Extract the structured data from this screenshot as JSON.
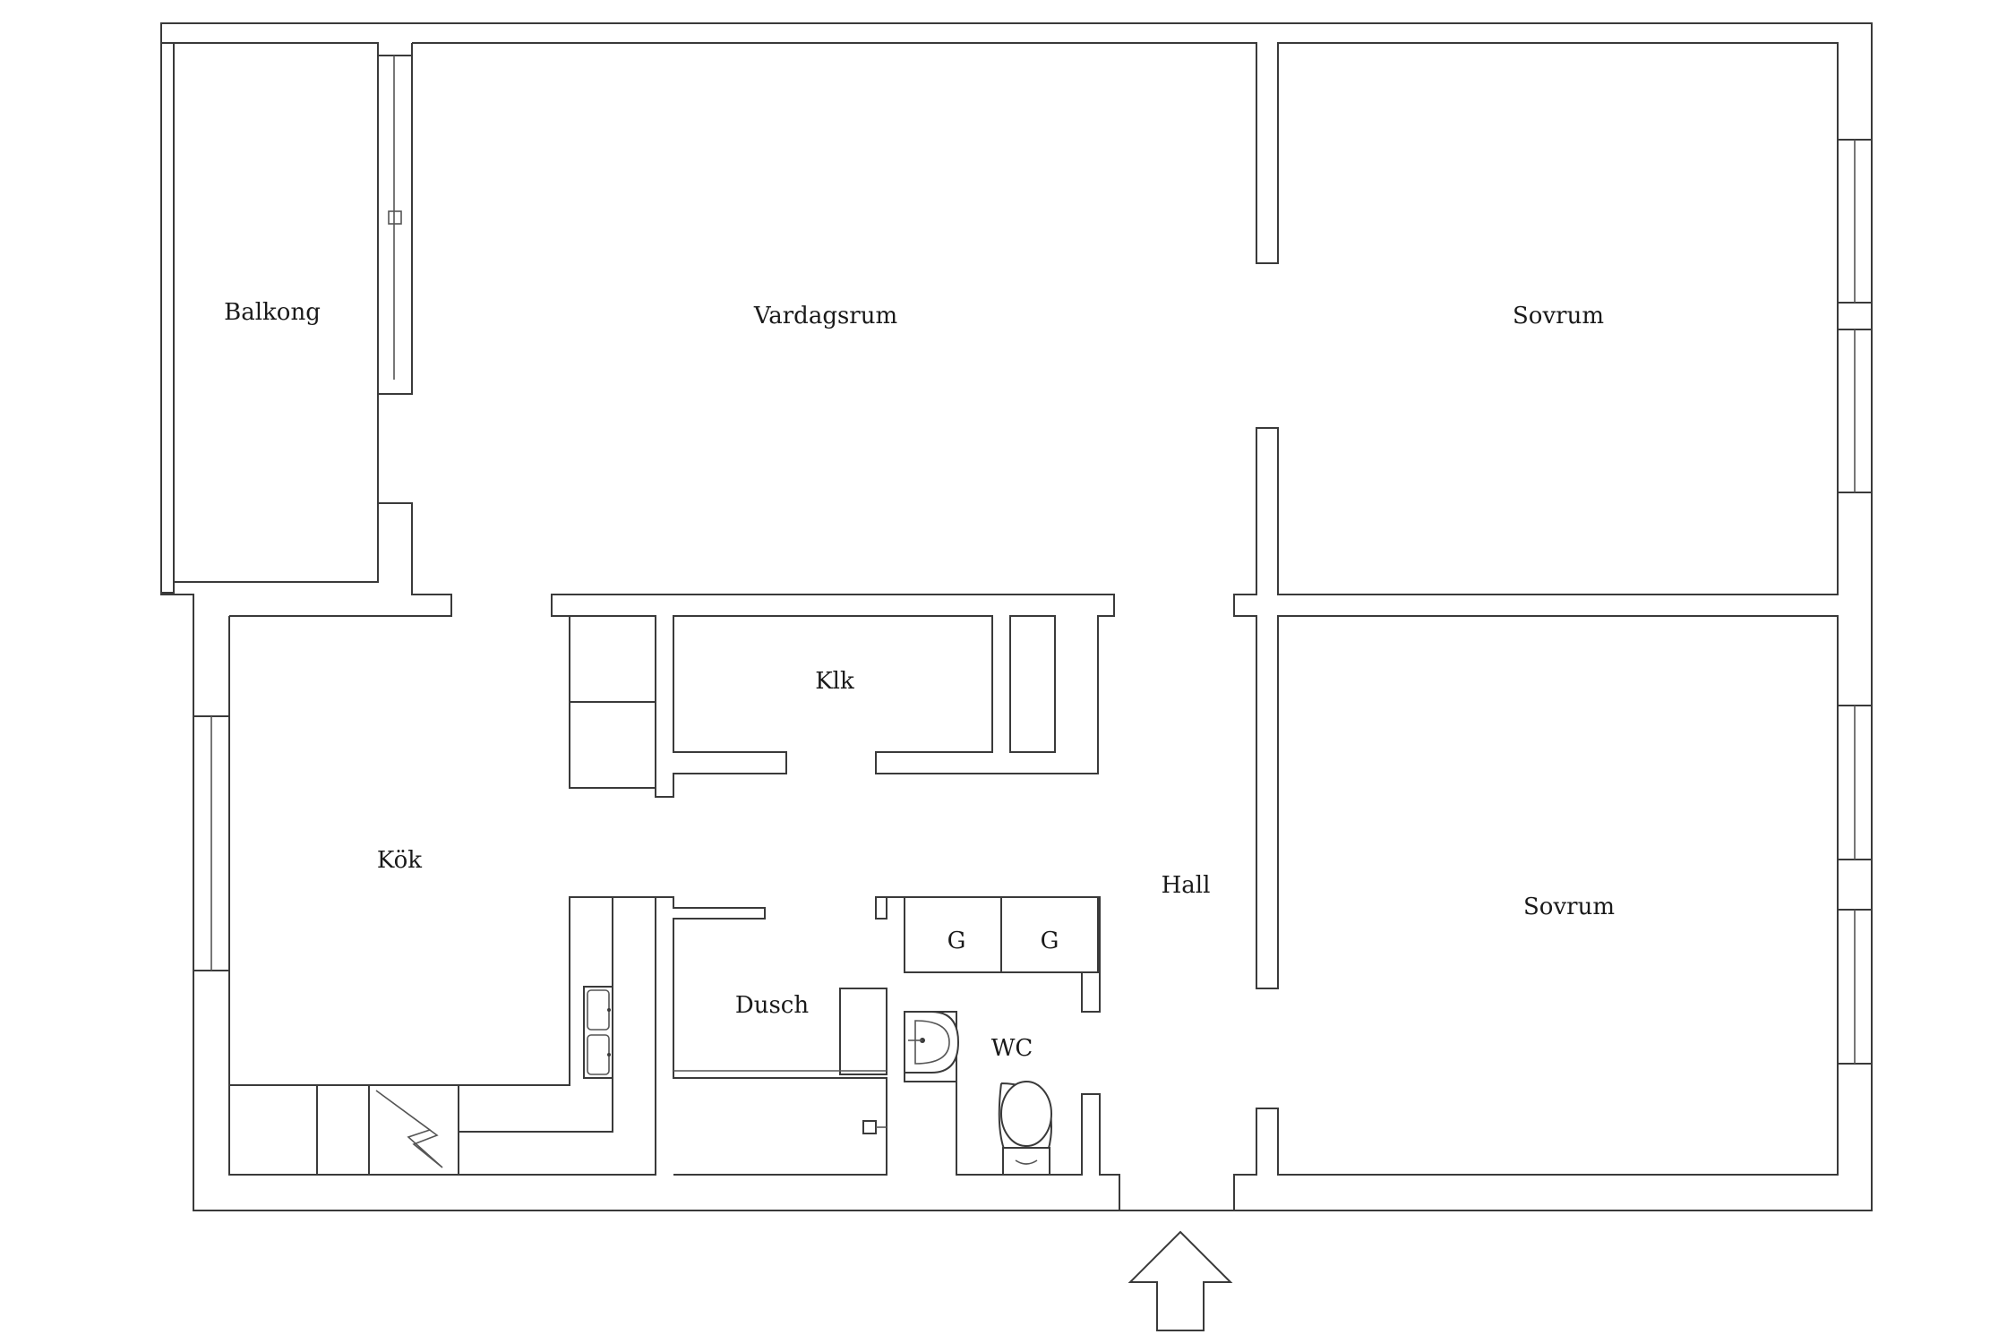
{
  "rooms": {
    "balkong": "Balkong",
    "vardagsrum": "Vardagsrum",
    "sovrum_top": "Sovrum",
    "sovrum_bottom": "Sovrum",
    "klk": "Klk",
    "kok": "Kök",
    "hall": "Hall",
    "dusch": "Dusch",
    "wc": "WC",
    "closet_1": "G",
    "closet_2": "G"
  },
  "entrance": {
    "icon": "entrance-arrow-icon"
  },
  "colors": {
    "line": "#3a3a3a",
    "background": "#ffffff"
  }
}
